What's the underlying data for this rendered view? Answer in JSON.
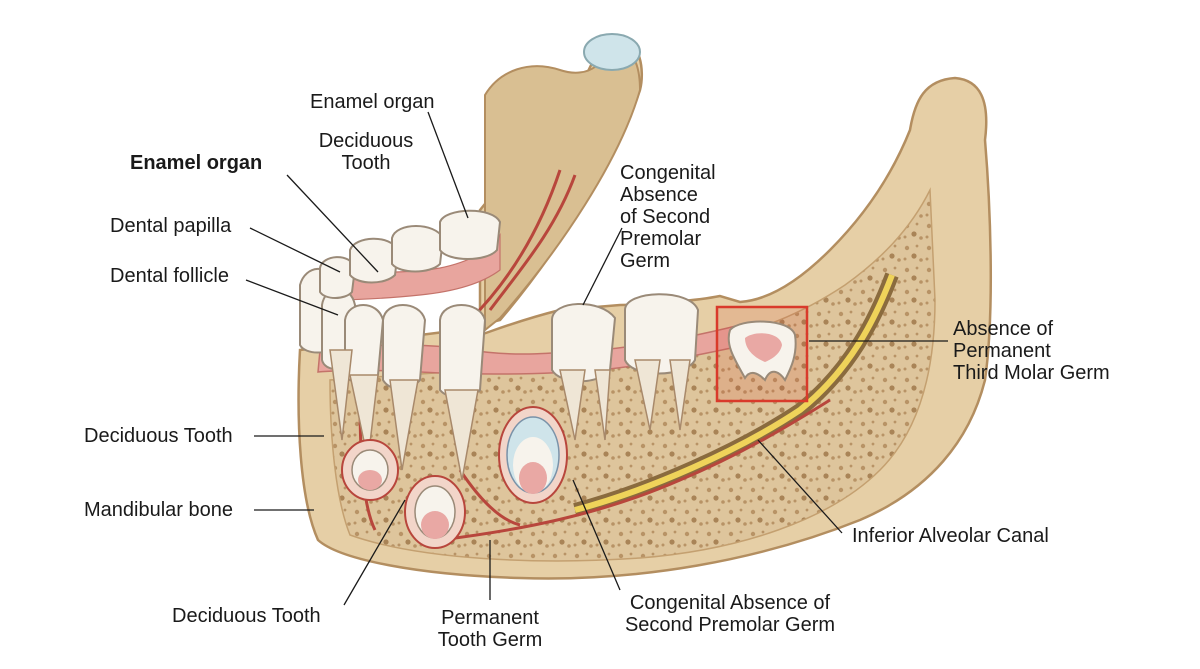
{
  "labels": {
    "enamel_organ_top": "Enamel organ",
    "deciduous_tooth_top": "Deciduous\nTooth",
    "enamel_organ_bold": "Enamel organ",
    "dental_papilla": "Dental papilla",
    "dental_follicle": "Dental follicle",
    "congenital_absence_top": "Congenital\nAbsence\nof Second\nPremolar\nGerm",
    "absence_third_molar": "Absence of\nPermanent\nThird Molar Germ",
    "deciduous_tooth_left": "Deciduous Tooth",
    "mandibular_bone": "Mandibular bone",
    "inferior_alveolar_canal": "Inferior Alveolar Canal",
    "deciduous_tooth_bottom": "Deciduous Tooth",
    "permanent_tooth_germ": "Permanent\nTooth Germ",
    "congenital_absence_bottom": "Congenital Absence of\nSecond Premolar Germ"
  },
  "colors": {
    "bone": "#e6cfa6",
    "bone_dark": "#c9a97a",
    "cancellous": "#dcc39a",
    "gum": "#e8a59e",
    "tooth": "#f7f3ec",
    "pulp": "#e9a8a4",
    "nerve": "#efd35a",
    "vessel": "#b8463c",
    "highlight": "#d93a2b",
    "cartilage": "#cfe4ea"
  }
}
